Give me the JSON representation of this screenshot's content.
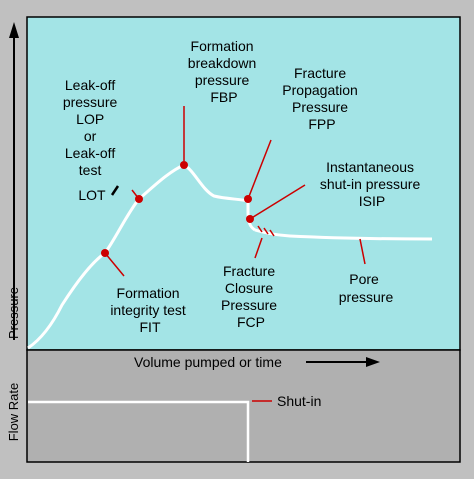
{
  "colors": {
    "background": "#c0c0c0",
    "plot_top": "#a3e4e6",
    "plot_bottom": "#b0b0b0",
    "curve": "#ffffff",
    "marker": "#cc0000",
    "axis": "#000000"
  },
  "axes": {
    "y_upper_label": "Pressure",
    "y_lower_label": "Flow Rate",
    "x_label": "Volume pumped or time"
  },
  "labels": {
    "fbp": [
      "Formation",
      "breakdown",
      "pressure",
      "FBP"
    ],
    "fpp": [
      "Fracture",
      "Propagation",
      "Pressure",
      "FPP"
    ],
    "lop": [
      "Leak-off",
      "pressure",
      "LOP",
      "or",
      "Leak-off",
      "test",
      "LOT"
    ],
    "isip": [
      "Instantaneous",
      "shut-in pressure",
      "ISIP"
    ],
    "fit": [
      "Formation",
      "integrity test",
      "FIT"
    ],
    "fcp": [
      "Fracture",
      "Closure",
      "Pressure",
      "FCP"
    ],
    "pore": [
      "Pore",
      "pressure"
    ],
    "shutin": "Shut-in"
  }
}
